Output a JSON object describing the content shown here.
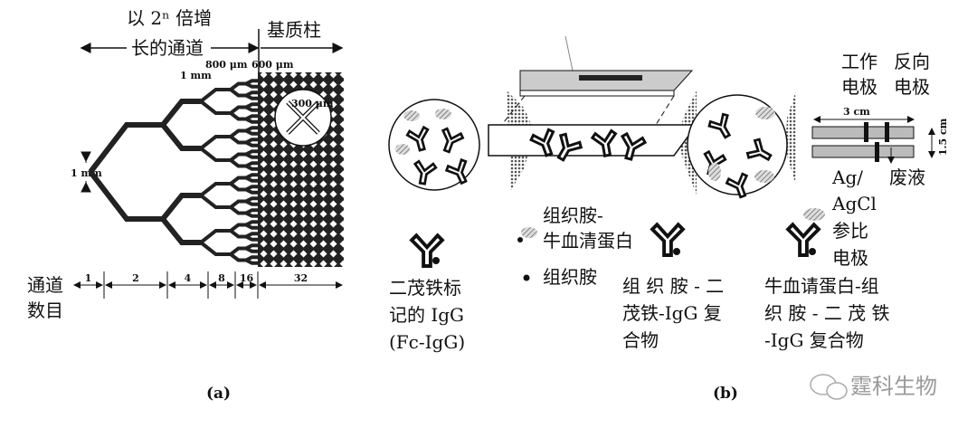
{
  "panel_a": {
    "top_label_line1": "以 2ⁿ 倍增",
    "top_label_line2": "长的通道",
    "matrix_label": "基质柱",
    "dim_800": "800 μm",
    "dim_600": "600 μm",
    "dim_1mm_top": "1 mm",
    "dim_1mm_left": "1 mm",
    "dim_300": "300 μm",
    "channel_count_label_line1": "通道",
    "channel_count_label_line2": "数目",
    "channel_counts": [
      "1",
      "2",
      "4",
      "8",
      "16",
      "32"
    ],
    "caption": "(a)"
  },
  "panel_b": {
    "working_electrode_line1": "工作",
    "working_electrode_line2": "电极",
    "counter_electrode_line1": "反向",
    "counter_electrode_line2": "电极",
    "dim_3cm": "3 cm",
    "dim_1_5cm": "1.5 cm",
    "reference_line1": "Ag/",
    "reference_line2": "AgCl",
    "reference_line3": "参比",
    "reference_line4": "电极",
    "waste": "废液",
    "legend": {
      "fc_igg_line1": "二茂铁标",
      "fc_igg_line2": "记的 IgG",
      "fc_igg_line3": "(Fc-IgG)",
      "hist_bsa_line1": "组织胺-",
      "hist_bsa_line2": "牛血清蛋白",
      "histamine": "组织胺",
      "complex1_line1": "组 织 胺 - 二",
      "complex1_line2": "茂铁-IgG 复",
      "complex1_line3": "合物",
      "complex2_line1": "牛血请蛋白-组",
      "complex2_line2": "织 胺 - 二 茂 铁",
      "complex2_line3": "-IgG 复合物"
    },
    "caption": "(b)"
  },
  "watermark": "霆科生物"
}
